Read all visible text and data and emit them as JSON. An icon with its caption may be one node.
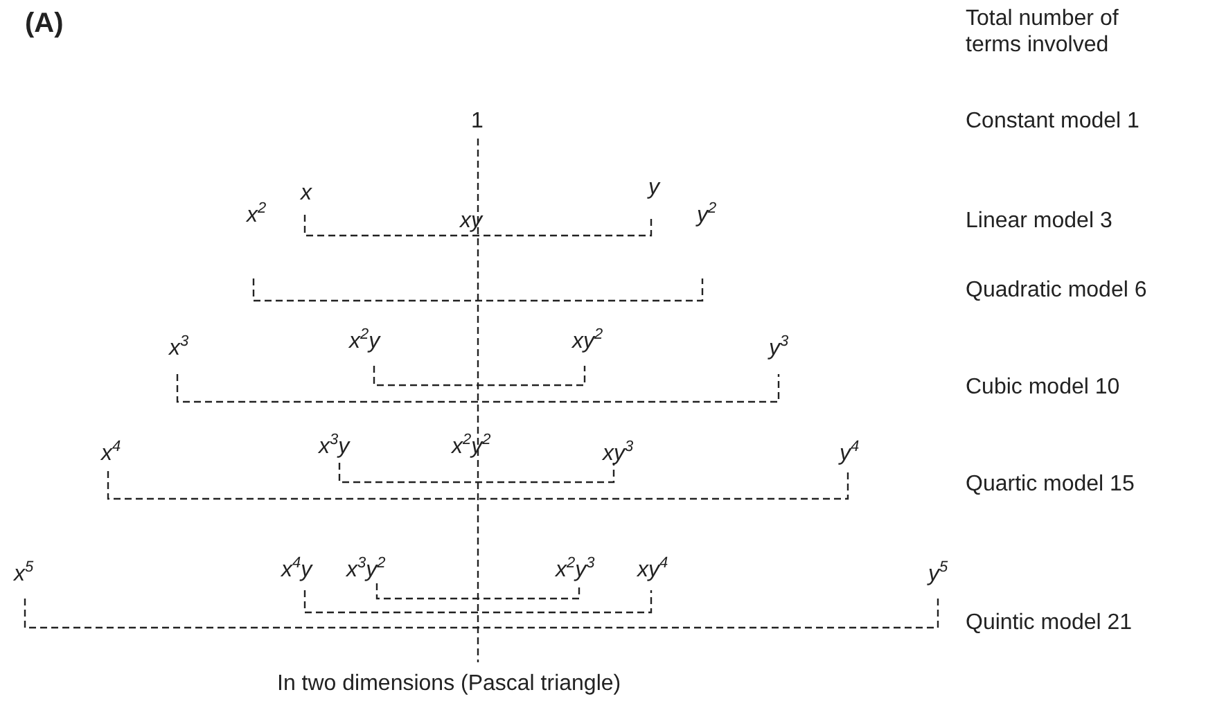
{
  "diagram": {
    "caption": "In two dimensions (Pascal triangle)",
    "labels": [
      "(A)",
      "Total number of terms involved",
      "1",
      "Constant model 1",
      "x",
      "y",
      "x$^{2}$",
      "xy",
      "y$^{2}$",
      "Linear model 3",
      "Quadratic model 6",
      "x$^{3}$",
      "x$^{2}$y",
      "xy$^{2}$",
      "y$^{3}$",
      "Cubic model 10",
      "x$^{4}$",
      "x$^{3}$y",
      "x$^{2}$y$^{2}$",
      "xy$^{3}$",
      "y$^{4}$",
      "Quartic model 15",
      "x$^{5}$",
      "x$^{4}$y",
      "x$^{3}$y$^{2}$",
      "x$^{2}$y$^{3}$",
      "xy$^{4}$",
      "y$^{5}$",
      "Quintic model 21"
    ]
  }
}
